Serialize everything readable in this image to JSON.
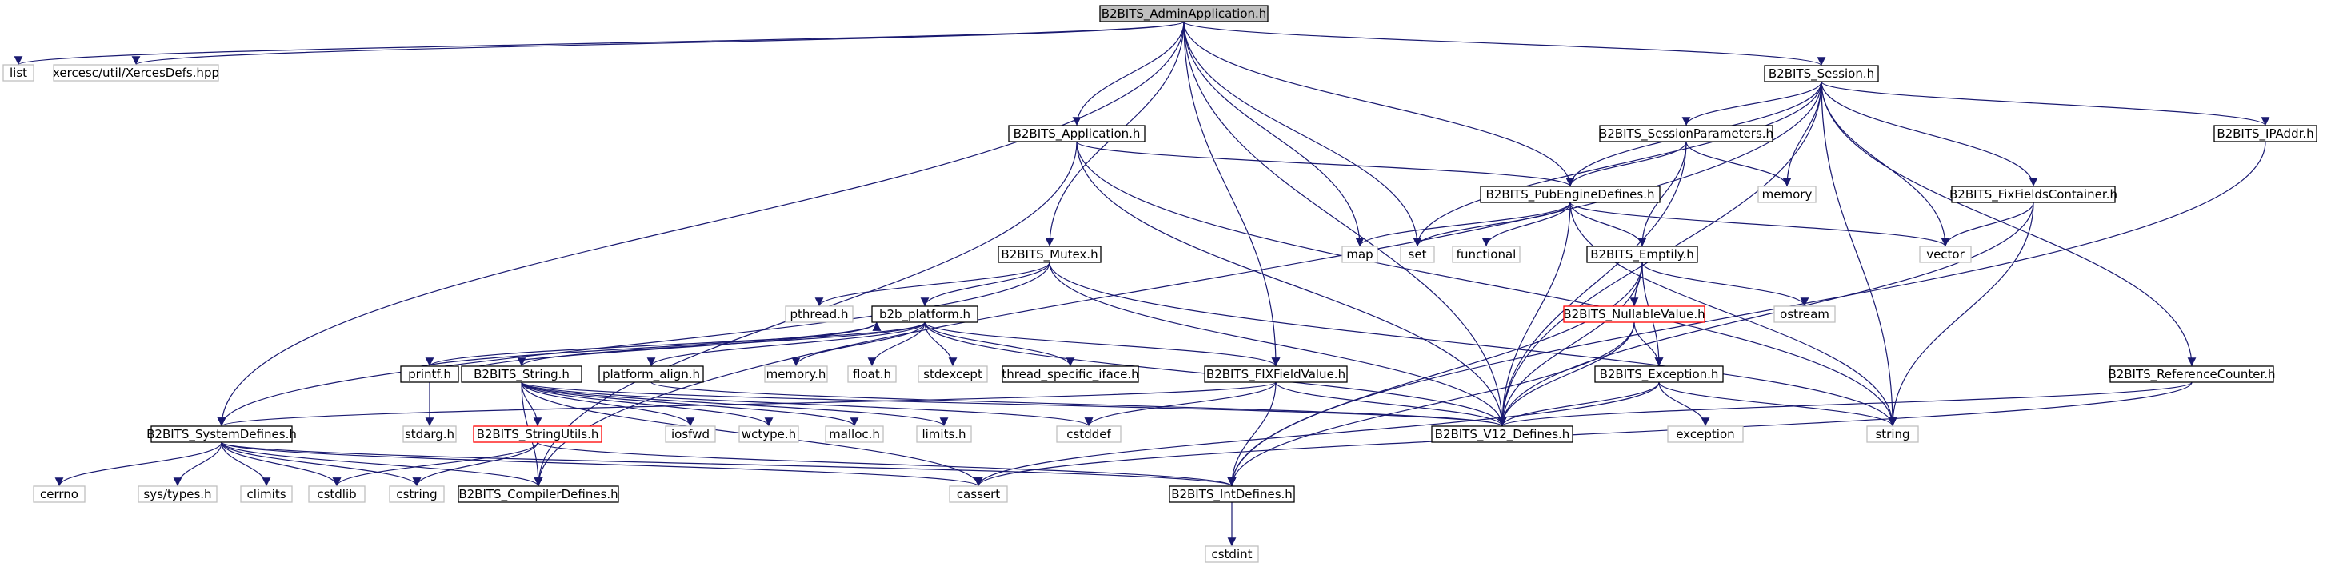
{
  "colors": {
    "edge": "#191970",
    "root_fill": "#bfbfbf",
    "node_border": "#000000",
    "system_border": "#bfbfbf",
    "red_border": "#ff0000",
    "text": "#000000"
  },
  "nodes": {
    "admin": {
      "label": "B2BITS_AdminApplication.h",
      "kind": "root"
    },
    "list": {
      "label": "list",
      "kind": "system"
    },
    "xerces": {
      "label": "xercesc/util/XercesDefs.hpp",
      "kind": "system"
    },
    "session": {
      "label": "B2BITS_Session.h",
      "kind": "node"
    },
    "application": {
      "label": "B2BITS_Application.h",
      "kind": "node"
    },
    "sessparams": {
      "label": "B2BITS_SessionParameters.h",
      "kind": "node"
    },
    "ipaddr": {
      "label": "B2BITS_IPAddr.h",
      "kind": "node"
    },
    "pubengine": {
      "label": "B2BITS_PubEngineDefines.h",
      "kind": "node"
    },
    "memory": {
      "label": "memory",
      "kind": "system"
    },
    "fixfields": {
      "label": "B2BITS_FixFieldsContainer.h",
      "kind": "node"
    },
    "mutex": {
      "label": "B2BITS_Mutex.h",
      "kind": "node"
    },
    "map": {
      "label": "map",
      "kind": "system"
    },
    "set": {
      "label": "set",
      "kind": "system"
    },
    "functional": {
      "label": "functional",
      "kind": "system"
    },
    "vector": {
      "label": "vector",
      "kind": "system"
    },
    "emptily": {
      "label": "B2BITS_Emptily.h",
      "kind": "node"
    },
    "pthread": {
      "label": "pthread.h",
      "kind": "system"
    },
    "b2bplatform": {
      "label": "b2b_platform.h",
      "kind": "node"
    },
    "nullable": {
      "label": "B2BITS_NullableValue.h",
      "kind": "red"
    },
    "ostream": {
      "label": "ostream",
      "kind": "system"
    },
    "printf": {
      "label": "printf.h",
      "kind": "node"
    },
    "memoryh": {
      "label": "memory.h",
      "kind": "system"
    },
    "floath": {
      "label": "float.h",
      "kind": "system"
    },
    "stdexcept": {
      "label": "stdexcept",
      "kind": "system"
    },
    "threadspec": {
      "label": "thread_specific_iface.h",
      "kind": "node"
    },
    "fixfieldvalue": {
      "label": "B2BITS_FIXFieldValue.h",
      "kind": "node"
    },
    "string_h": {
      "label": "B2BITS_String.h",
      "kind": "node"
    },
    "platalign": {
      "label": "platform_align.h",
      "kind": "node"
    },
    "exception_h": {
      "label": "B2BITS_Exception.h",
      "kind": "node"
    },
    "refcounter": {
      "label": "B2BITS_ReferenceCounter.h",
      "kind": "node"
    },
    "sysdefines": {
      "label": "B2BITS_SystemDefines.h",
      "kind": "node"
    },
    "stdarg": {
      "label": "stdarg.h",
      "kind": "system"
    },
    "stringutils": {
      "label": "B2BITS_StringUtils.h",
      "kind": "red"
    },
    "iosfwd": {
      "label": "iosfwd",
      "kind": "system"
    },
    "wctype": {
      "label": "wctype.h",
      "kind": "system"
    },
    "malloc": {
      "label": "malloc.h",
      "kind": "system"
    },
    "limits": {
      "label": "limits.h",
      "kind": "system"
    },
    "cstddef": {
      "label": "cstddef",
      "kind": "system"
    },
    "v12defines": {
      "label": "B2BITS_V12_Defines.h",
      "kind": "node"
    },
    "exception": {
      "label": "exception",
      "kind": "system"
    },
    "string": {
      "label": "string",
      "kind": "system"
    },
    "cerrno": {
      "label": "cerrno",
      "kind": "system"
    },
    "systypes": {
      "label": "sys/types.h",
      "kind": "system"
    },
    "climits": {
      "label": "climits",
      "kind": "system"
    },
    "cstdlib": {
      "label": "cstdlib",
      "kind": "system"
    },
    "cstring": {
      "label": "cstring",
      "kind": "system"
    },
    "compilerdefines": {
      "label": "B2BITS_CompilerDefines.h",
      "kind": "node"
    },
    "cassert": {
      "label": "cassert",
      "kind": "system"
    },
    "intdefines": {
      "label": "B2BITS_IntDefines.h",
      "kind": "node"
    },
    "cstdint": {
      "label": "cstdint",
      "kind": "system"
    }
  },
  "edges": [
    [
      "admin",
      "list"
    ],
    [
      "admin",
      "xerces"
    ],
    [
      "admin",
      "session"
    ],
    [
      "admin",
      "application"
    ],
    [
      "admin",
      "pubengine"
    ],
    [
      "admin",
      "map"
    ],
    [
      "admin",
      "set"
    ],
    [
      "admin",
      "mutex"
    ],
    [
      "admin",
      "fixfieldvalue"
    ],
    [
      "admin",
      "v12defines"
    ],
    [
      "admin",
      "sysdefines"
    ],
    [
      "session",
      "sessparams"
    ],
    [
      "session",
      "ipaddr"
    ],
    [
      "session",
      "pubengine"
    ],
    [
      "session",
      "memory"
    ],
    [
      "session",
      "fixfields"
    ],
    [
      "session",
      "vector"
    ],
    [
      "session",
      "set"
    ],
    [
      "session",
      "refcounter"
    ],
    [
      "session",
      "v12defines"
    ],
    [
      "session",
      "string"
    ],
    [
      "session",
      "compilerdefines"
    ],
    [
      "application",
      "pubengine"
    ],
    [
      "application",
      "v12defines"
    ],
    [
      "application",
      "compilerdefines"
    ],
    [
      "application",
      "string"
    ],
    [
      "sessparams",
      "pubengine"
    ],
    [
      "sessparams",
      "memory"
    ],
    [
      "sessparams",
      "emptily"
    ],
    [
      "sessparams",
      "v12defines"
    ],
    [
      "ipaddr",
      "intdefines"
    ],
    [
      "pubengine",
      "map"
    ],
    [
      "pubengine",
      "set"
    ],
    [
      "pubengine",
      "functional"
    ],
    [
      "pubengine",
      "vector"
    ],
    [
      "pubengine",
      "emptily"
    ],
    [
      "pubengine",
      "v12defines"
    ],
    [
      "pubengine",
      "string"
    ],
    [
      "fixfields",
      "vector"
    ],
    [
      "fixfields",
      "string"
    ],
    [
      "fixfields",
      "v12defines"
    ],
    [
      "mutex",
      "pthread"
    ],
    [
      "mutex",
      "b2bplatform"
    ],
    [
      "mutex",
      "v12defines"
    ],
    [
      "mutex",
      "sysdefines"
    ],
    [
      "mutex",
      "string"
    ],
    [
      "emptily",
      "nullable"
    ],
    [
      "emptily",
      "exception_h"
    ],
    [
      "emptily",
      "ostream"
    ],
    [
      "emptily",
      "v12defines"
    ],
    [
      "emptily",
      "intdefines"
    ],
    [
      "b2bplatform",
      "printf"
    ],
    [
      "b2bplatform",
      "memoryh"
    ],
    [
      "b2bplatform",
      "floath"
    ],
    [
      "b2bplatform",
      "stdexcept"
    ],
    [
      "b2bplatform",
      "threadspec"
    ],
    [
      "b2bplatform",
      "fixfieldvalue"
    ],
    [
      "b2bplatform",
      "string_h"
    ],
    [
      "b2bplatform",
      "platalign"
    ],
    [
      "b2bplatform",
      "v12defines"
    ],
    [
      "nullable",
      "exception_h"
    ],
    [
      "nullable",
      "v12defines"
    ],
    [
      "nullable",
      "intdefines"
    ],
    [
      "printf",
      "stdarg"
    ],
    [
      "printf",
      "b2bplatform"
    ],
    [
      "string_h",
      "b2bplatform"
    ],
    [
      "string_h",
      "stringutils"
    ],
    [
      "string_h",
      "iosfwd"
    ],
    [
      "string_h",
      "wctype"
    ],
    [
      "string_h",
      "malloc"
    ],
    [
      "string_h",
      "limits"
    ],
    [
      "string_h",
      "cstddef"
    ],
    [
      "string_h",
      "v12defines"
    ],
    [
      "string_h",
      "compilerdefines"
    ],
    [
      "string_h",
      "cassert"
    ],
    [
      "platalign",
      "v12defines"
    ],
    [
      "fixfieldvalue",
      "cstddef"
    ],
    [
      "fixfieldvalue",
      "v12defines"
    ],
    [
      "fixfieldvalue",
      "intdefines"
    ],
    [
      "fixfieldvalue",
      "sysdefines"
    ],
    [
      "exception_h",
      "exception"
    ],
    [
      "exception_h",
      "string"
    ],
    [
      "exception_h",
      "v12defines"
    ],
    [
      "exception_h",
      "cassert"
    ],
    [
      "refcounter",
      "v12defines"
    ],
    [
      "refcounter",
      "cassert"
    ],
    [
      "sysdefines",
      "cerrno"
    ],
    [
      "sysdefines",
      "systypes"
    ],
    [
      "sysdefines",
      "climits"
    ],
    [
      "sysdefines",
      "cstdlib"
    ],
    [
      "sysdefines",
      "cstring"
    ],
    [
      "sysdefines",
      "compilerdefines"
    ],
    [
      "sysdefines",
      "cassert"
    ],
    [
      "sysdefines",
      "intdefines"
    ],
    [
      "stringutils",
      "cstring"
    ],
    [
      "stringutils",
      "cstdlib"
    ],
    [
      "stringutils",
      "intdefines"
    ],
    [
      "intdefines",
      "cstdint"
    ]
  ]
}
